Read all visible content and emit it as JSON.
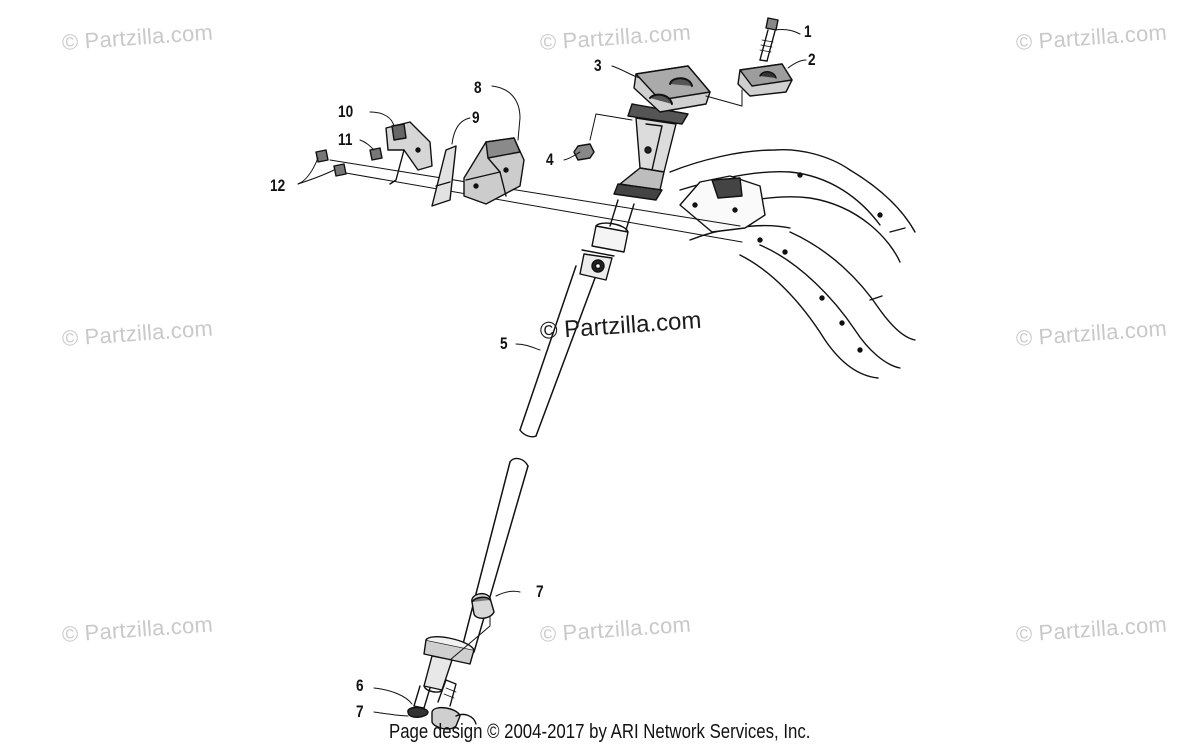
{
  "watermark": "© Partzilla.com",
  "callouts": [
    "1",
    "2",
    "3",
    "4",
    "5",
    "6",
    "7",
    "7",
    "8",
    "9",
    "10",
    "11",
    "12"
  ],
  "footer": "Page design © 2004-2017 by ARI Network Services, Inc."
}
